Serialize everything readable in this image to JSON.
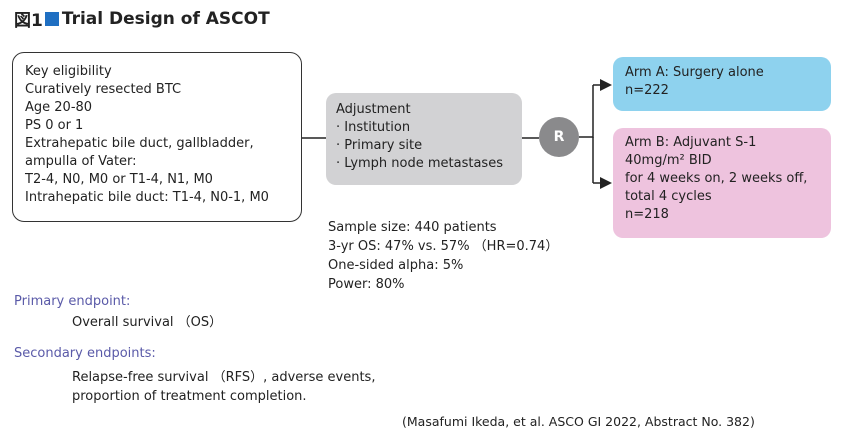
{
  "title": {
    "prefix": "図1",
    "text": "Trial Design of ASCOT",
    "marker_color": "#1f6fc2"
  },
  "eligibility": {
    "heading": "Key eligibility",
    "lines": [
      "Curatively resected BTC",
      "Age 20-80",
      "PS 0 or 1",
      "Extrahepatic bile duct, gallbladder,",
      "ampulla of Vater:",
      "T2-4, N0, M0 or T1-4, N1, M0",
      "Intrahepatic bile duct: T1-4, N0-1, M0"
    ]
  },
  "adjustment": {
    "heading": "Adjustment",
    "items": [
      "· Institution",
      "· Primary site",
      "· Lymph node metastases"
    ]
  },
  "randomization": {
    "label": "R"
  },
  "arm_a": {
    "heading": "Arm A: Surgery alone",
    "lines": [
      "n=222"
    ],
    "color": "#8ed2ee"
  },
  "arm_b": {
    "heading": "Arm B: Adjuvant S-1",
    "lines": [
      "40mg/m² BID",
      "for 4 weeks on, 2 weeks off,",
      "total 4 cycles",
      "n=218"
    ],
    "color": "#eec3de"
  },
  "stats": [
    "Sample size: 440 patients",
    "3-yr OS: 47% vs. 57% （HR=0.74）",
    "One-sided alpha: 5%",
    "Power: 80%"
  ],
  "primary_endpoint": {
    "heading": "Primary endpoint:",
    "lines": [
      "Overall survival （OS）"
    ]
  },
  "secondary_endpoints": {
    "heading": "Secondary endpoints:",
    "lines": [
      "Relapse-free survival （RFS）, adverse events,",
      "proportion of treatment completion."
    ]
  },
  "citation": "(Masafumi Ikeda, et al. ASCO GI 2022, Abstract No. 382)"
}
